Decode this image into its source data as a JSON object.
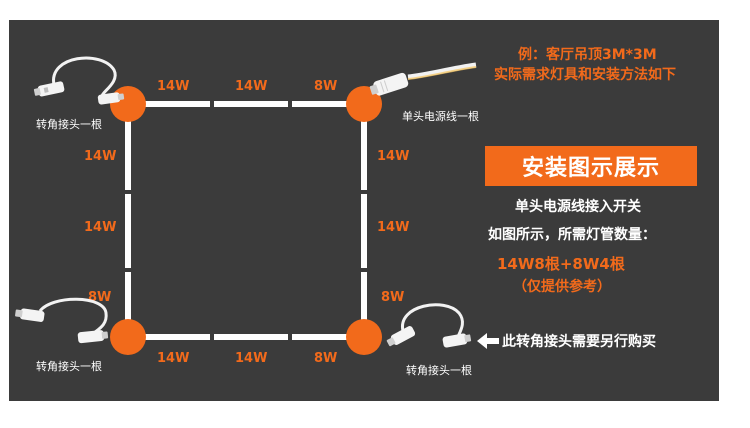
{
  "example": {
    "line1": "例：客厅吊顶3M*3M",
    "line2": "实际需求灯具和安装方法如下"
  },
  "banner": {
    "title": "安装图示展示"
  },
  "info": {
    "line1": "单头电源线接入开关",
    "line2": "如图所示，所需灯管数量：",
    "line3": "14W8根+8W4根",
    "line4": "（仅提供参考）"
  },
  "arrow_note": "此转角接头需要另行购买",
  "connector_labels": {
    "top_left": "转角接头一根",
    "top_right": "单头电源线一根",
    "bottom_left": "转角接头一根",
    "bottom_right": "转角接头一根"
  },
  "tube_labels": {
    "top": [
      "14W",
      "14W",
      "8W"
    ],
    "bottom": [
      "14W",
      "14W",
      "8W"
    ],
    "left": [
      "14W",
      "14W",
      "8W"
    ],
    "right": [
      "14W",
      "14W",
      "8W"
    ]
  },
  "colors": {
    "accent": "#f26a1b",
    "panel": "#3b3b3b",
    "tube": "#ffffff"
  }
}
